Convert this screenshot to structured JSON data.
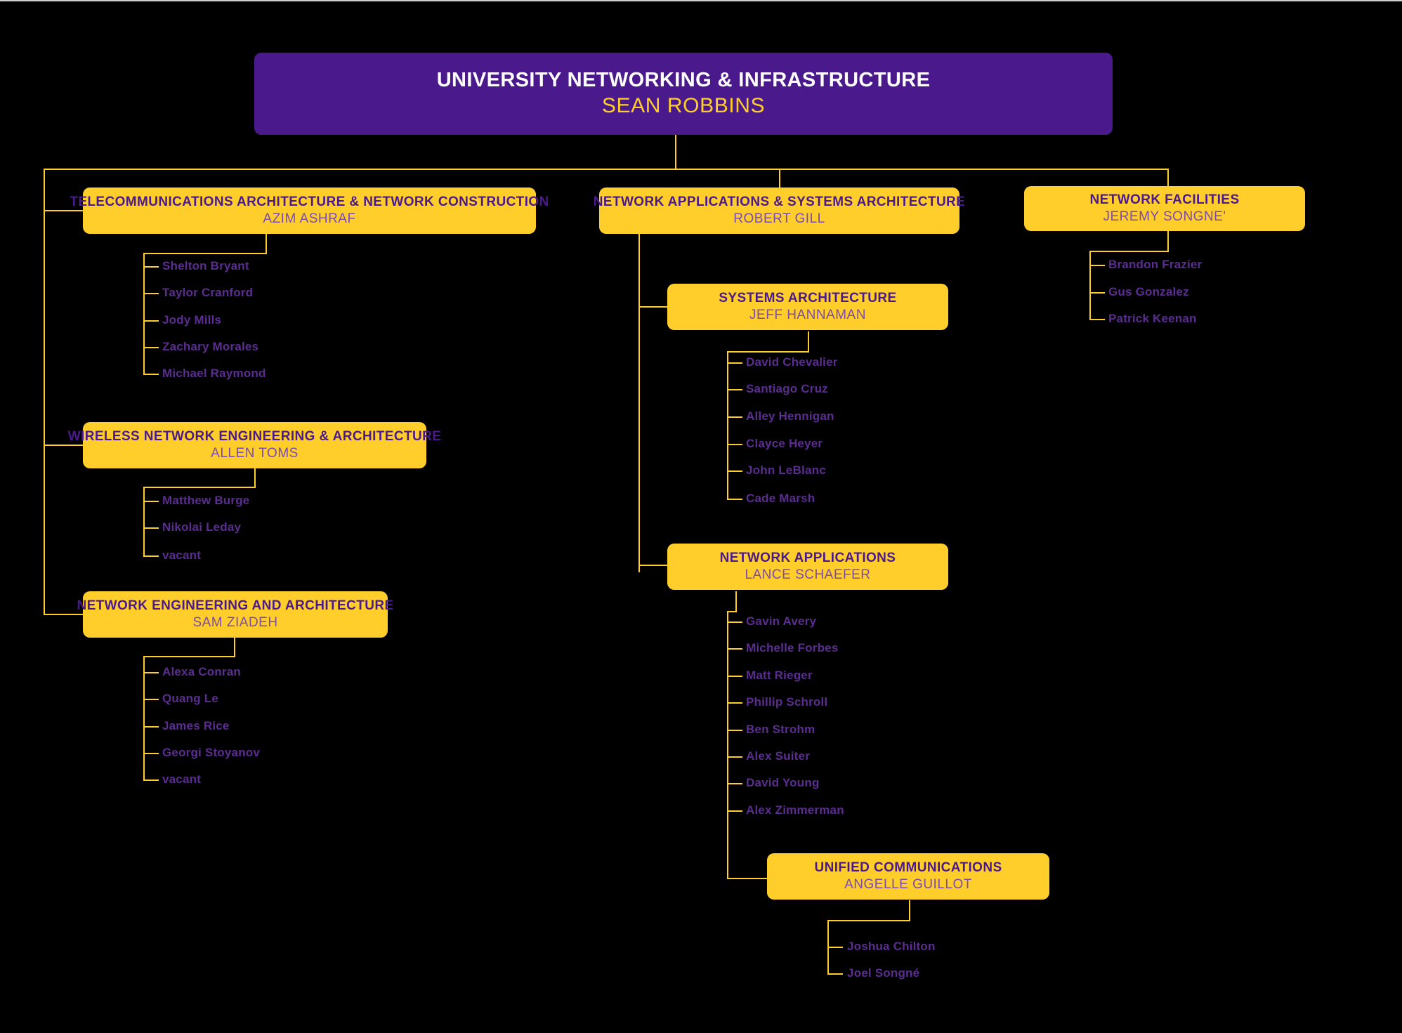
{
  "chart_data": {
    "type": "org-chart",
    "title": "University Networking & Infrastructure Organizational Chart",
    "colors": {
      "background": "#000000",
      "root_box": "#4A1A8C",
      "dept_box": "#FFCE2B",
      "connector": "#FFCE2B",
      "root_title_text": "#FFFFFF",
      "root_person_text": "#FFCE2B",
      "dept_title_text": "#4A1A8C",
      "dept_person_text": "#7B4BAE",
      "leaf_text": "#5B2D91"
    }
  },
  "root": {
    "title": "UNIVERSITY NETWORKING & INFRASTRUCTURE",
    "person": "SEAN ROBBINS"
  },
  "departments": [
    {
      "id": "telecom",
      "title": "TELECOMMUNICATIONS ARCHITECTURE & NETWORK CONSTRUCTION",
      "person": "AZIM ASHRAF",
      "reports": [
        "Shelton Bryant",
        "Taylor Cranford",
        "Jody Mills",
        "Zachary Morales",
        "Michael Raymond"
      ]
    },
    {
      "id": "wireless",
      "title": "WIRELESS NETWORK ENGINEERING & ARCHITECTURE",
      "person": "ALLEN TOMS",
      "reports": [
        "Matthew Burge",
        "Nikolai Leday",
        "vacant"
      ]
    },
    {
      "id": "netengarch",
      "title": "NETWORK ENGINEERING AND ARCHITECTURE",
      "person": "SAM ZIADEH",
      "reports": [
        "Alexa Conran",
        "Quang Le",
        "James Rice",
        "Georgi Stoyanov",
        "vacant"
      ]
    },
    {
      "id": "napsa",
      "title": "NETWORK APPLICATIONS & SYSTEMS ARCHITECTURE",
      "person": "ROBERT GILL",
      "reports": []
    },
    {
      "id": "sysarch",
      "title": "SYSTEMS ARCHITECTURE",
      "person": "JEFF HANNAMAN",
      "reports": [
        "David Chevalier",
        "Santiago Cruz",
        "Alley Hennigan",
        "Clayce Heyer",
        "John LeBlanc",
        "Cade Marsh"
      ]
    },
    {
      "id": "netapps",
      "title": "NETWORK APPLICATIONS",
      "person": "LANCE SCHAEFER",
      "reports": [
        "Gavin Avery",
        "Michelle Forbes",
        "Matt Rieger",
        "Phillip Schroll",
        "Ben Strohm",
        "Alex Suiter",
        "David Young",
        "Alex Zimmerman"
      ]
    },
    {
      "id": "unifiedcomm",
      "title": "UNIFIED COMMUNICATIONS",
      "person": "ANGELLE GUILLOT",
      "reports": [
        "Joshua Chilton",
        "Joel Songné"
      ]
    },
    {
      "id": "netfac",
      "title": "NETWORK FACILITIES",
      "person": "JEREMY SONGNE'",
      "reports": [
        "Brandon Frazier",
        "Gus Gonzalez",
        "Patrick Keenan"
      ]
    }
  ]
}
